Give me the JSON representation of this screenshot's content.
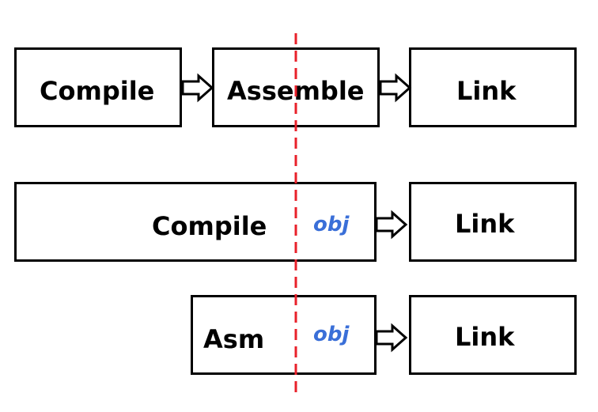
{
  "row1": {
    "compile": "Compile",
    "assemble": "Assemble",
    "link": "Link"
  },
  "row2": {
    "compile": "Compile",
    "obj": "obj",
    "link": "Link"
  },
  "row3": {
    "asm": "Asm",
    "obj": "obj",
    "link": "Link"
  },
  "colors": {
    "divider": "#e8202a",
    "obj_text": "#3a6fd8",
    "stroke": "#000000"
  },
  "icons": [
    "hollow-right-arrow-icon"
  ]
}
